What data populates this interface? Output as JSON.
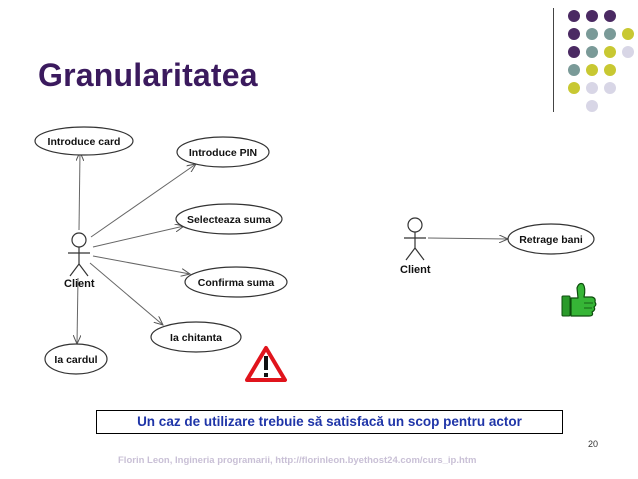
{
  "slide": {
    "title": "Granularitatea",
    "note": "Un caz de utilizare trebuie să satisfacă un scop pentru actor",
    "page_number": "20",
    "footer": "Florin Leon, Ingineria programarii, http://florinleon.byethost24.com/curs_ip.htm"
  },
  "diagram_left": {
    "actor": "Client",
    "use_cases": [
      "Introduce card",
      "Introduce PIN",
      "Selecteaza suma",
      "Confirma suma",
      "Ia chitanta",
      "Ia cardul"
    ]
  },
  "diagram_right": {
    "actor": "Client",
    "use_case": "Retrage bani"
  },
  "icons": [
    "warning-icon",
    "thumbs-up-icon"
  ],
  "colors": {
    "title": "#3b1a5e",
    "note_text": "#1f35a8",
    "dot_purple": "#4b2a63",
    "dot_teal": "#7a9a98",
    "dot_yellow": "#c8c832",
    "dot_light": "#d8d6e6"
  }
}
